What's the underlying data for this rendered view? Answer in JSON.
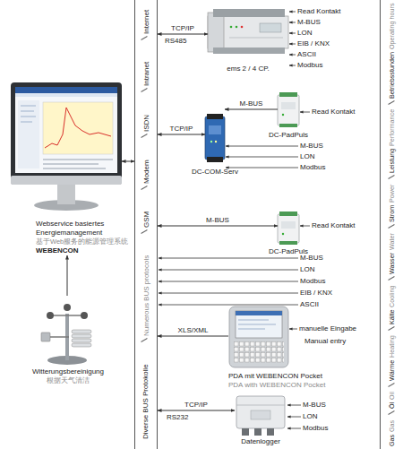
{
  "diagram": {
    "nodes": [
      {
        "text": [
          "Webservice basiertes Energiemanagement",
          "基于Web服务的能源管理系统",
          "WEBENCON"
        ]
      },
      {
        "text": [
          "Witterungsbereinigung",
          "根据天气清洁"
        ]
      },
      {
        "text": [
          "Diverse BUS Protokolle",
          "Numerous BUS protocols",
          "GSM",
          "Modem",
          "ISDN",
          "Intranet",
          "Internet"
        ]
      },
      {
        "text": [
          "ems 2 / 4 CP."
        ]
      },
      {
        "text": [
          "DC-COM-Serv"
        ]
      },
      {
        "text": [
          "DC-PadPuls"
        ]
      },
      {
        "text": [
          "DC-PadPuls"
        ]
      },
      {
        "text": [
          "PDA mit WEBENCON Pocket",
          "PDA with WEBENCON Pocket"
        ]
      },
      {
        "text": [
          "Datenlogger"
        ]
      },
      {
        "text": [
          "Gas",
          "Gas",
          "Öl",
          "Oil",
          "Wärme",
          "Heating",
          "Kälte",
          "Cooling",
          "Wasser",
          "Water",
          "Strom",
          "Power",
          "Leistung",
          "Performance",
          "Betriebsstunden",
          "Operating hours"
        ]
      }
    ],
    "edges": [
      {
        "from": 1,
        "to": 0,
        "arrow": "to"
      },
      {
        "from": 0,
        "to": 2,
        "arrow": "both"
      },
      {
        "from": 3,
        "to": 2,
        "label": "TCP/IP",
        "arrow": "both"
      },
      {
        "from": 4,
        "to": 2,
        "label": "TCP/IP",
        "arrow": "both"
      },
      {
        "from": 5,
        "to": 4,
        "label": "M-BUS",
        "arrow": "to"
      },
      {
        "from": 6,
        "to": 2,
        "label": "M-BUS",
        "arrow": "both"
      },
      {
        "from": 7,
        "to": 2,
        "label": "XLS/XML",
        "arrow": "to"
      },
      {
        "from": 8,
        "to": 2,
        "label": "TCP/IP",
        "arrow": "both"
      }
    ],
    "labels": [
      "RS485",
      "Read Kontakt",
      "M-BUS",
      "LON",
      "EIB / KNX",
      "ASCII",
      "Modbus",
      "Read Kontakt",
      "M-BUS",
      "LON",
      "Modbus",
      "Read Kontakt",
      "M-BUS",
      "LON",
      "Modbus",
      "EIB / KNX",
      "ASCII",
      "manuelle Eingabe",
      "Manual entry",
      "RS232",
      "M-BUS",
      "LON",
      "Modbus"
    ]
  }
}
